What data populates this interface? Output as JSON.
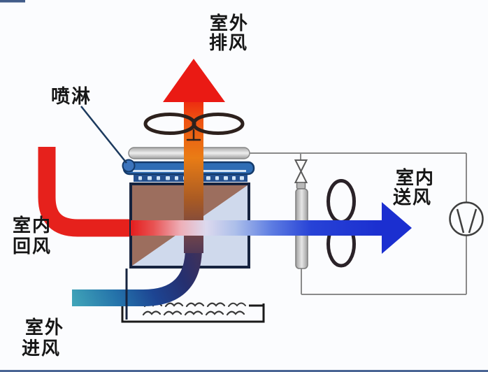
{
  "labels": {
    "outdoor_exhaust": [
      "室外",
      "排风"
    ],
    "spray": "喷淋",
    "indoor_return": [
      "室内",
      "回风"
    ],
    "outdoor_intake": [
      "室外",
      "进风"
    ],
    "indoor_supply": [
      "室内",
      "送风"
    ]
  },
  "colors": {
    "exhaust_red": "#ea1a14",
    "heat_orange": "#ef7d12",
    "supply_blue": "#1b2fd0",
    "intake_teal": "#3fa3b8",
    "return_red": "#e6211c",
    "exchanger_brown": "#9c6e5e",
    "exchanger_light_blue": "#cfd9ec",
    "box_border_navy": "#16233f",
    "spray_pipe_blue": "#2f6db5",
    "circuit_gray": "#8a8a8a",
    "fan_dark": "#2d211d"
  },
  "icons": {
    "exhaust_fan": "horizontal-propeller",
    "supply_fan": "vertical-propeller",
    "compressor": "circle-with-compressor-symbol",
    "expansion_valve": "bowtie-valve",
    "spray_nozzle": "blue-nozzle-dot",
    "water": "wavy-lines"
  }
}
